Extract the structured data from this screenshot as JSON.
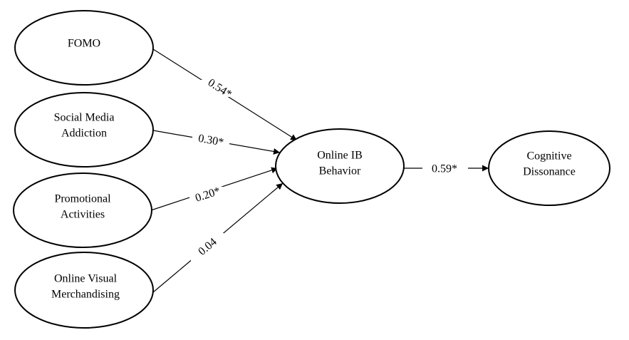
{
  "nodes": {
    "fomo": {
      "lines": [
        "FOMO"
      ]
    },
    "social_media_addiction": {
      "lines": [
        "Social Media",
        "Addiction"
      ]
    },
    "promotional_activities": {
      "lines": [
        "Promotional",
        "Activities"
      ]
    },
    "online_visual_merchandising": {
      "lines": [
        "Online Visual",
        "Merchandising"
      ]
    },
    "online_ib_behavior": {
      "lines": [
        "Online IB",
        "Behavior"
      ]
    },
    "cognitive_dissonance": {
      "lines": [
        "Cognitive",
        "Dissonance"
      ]
    }
  },
  "edges": {
    "fomo_to_ib": {
      "from": "FOMO",
      "to": "Online IB Behavior",
      "coefficient": "0.54*"
    },
    "sma_to_ib": {
      "from": "Social Media Addiction",
      "to": "Online IB Behavior",
      "coefficient": "0.30*"
    },
    "pa_to_ib": {
      "from": "Promotional Activities",
      "to": "Online IB Behavior",
      "coefficient": "0.20*"
    },
    "ovm_to_ib": {
      "from": "Online Visual Merchandising",
      "to": "Online IB Behavior",
      "coefficient": "0.04"
    },
    "ib_to_cd": {
      "from": "Online IB Behavior",
      "to": "Cognitive Dissonance",
      "coefficient": "0.59*"
    }
  }
}
